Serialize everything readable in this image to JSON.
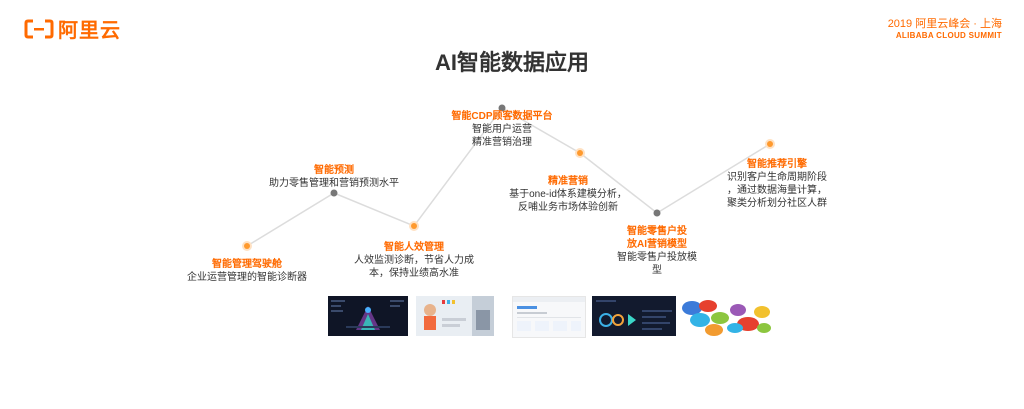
{
  "brand": {
    "name": "阿里云",
    "accent": "#ff6a00"
  },
  "event": {
    "line1": "2019 阿里云峰会 · 上海",
    "line2": "ALIBABA CLOUD SUMMIT"
  },
  "title": "AI智能数据应用",
  "nodes": [
    {
      "title": "智能管理驾驶舱",
      "desc": [
        "企业运营管理的智能诊断器"
      ]
    },
    {
      "title": "智能预测",
      "desc": [
        "助力零售管理和营销预测水平"
      ]
    },
    {
      "title": "智能人效管理",
      "desc": [
        "人效监测诊断，节省人力成",
        "本，保持业绩高水准"
      ]
    },
    {
      "title": "智能CDP顾客数据平台",
      "desc": [
        "智能用户运营",
        "精准营销治理"
      ]
    },
    {
      "title": "精准营销",
      "desc": [
        "基于one-id体系建模分析，",
        "反哺业务市场体验创新"
      ]
    },
    {
      "title": "智能零售户投",
      "title2": "放AI营销模型",
      "desc": [
        "智能零售户投放模",
        "型"
      ]
    },
    {
      "title": "智能推荐引擎",
      "desc": [
        "识别客户生命周期阶段",
        "，通过数据海量计算，",
        "聚类分析划分社区人群"
      ]
    }
  ],
  "thumbnails": [
    "dashboard-dark",
    "people-photos",
    "web-dashboard",
    "analytics-dark",
    "word-bubbles"
  ]
}
